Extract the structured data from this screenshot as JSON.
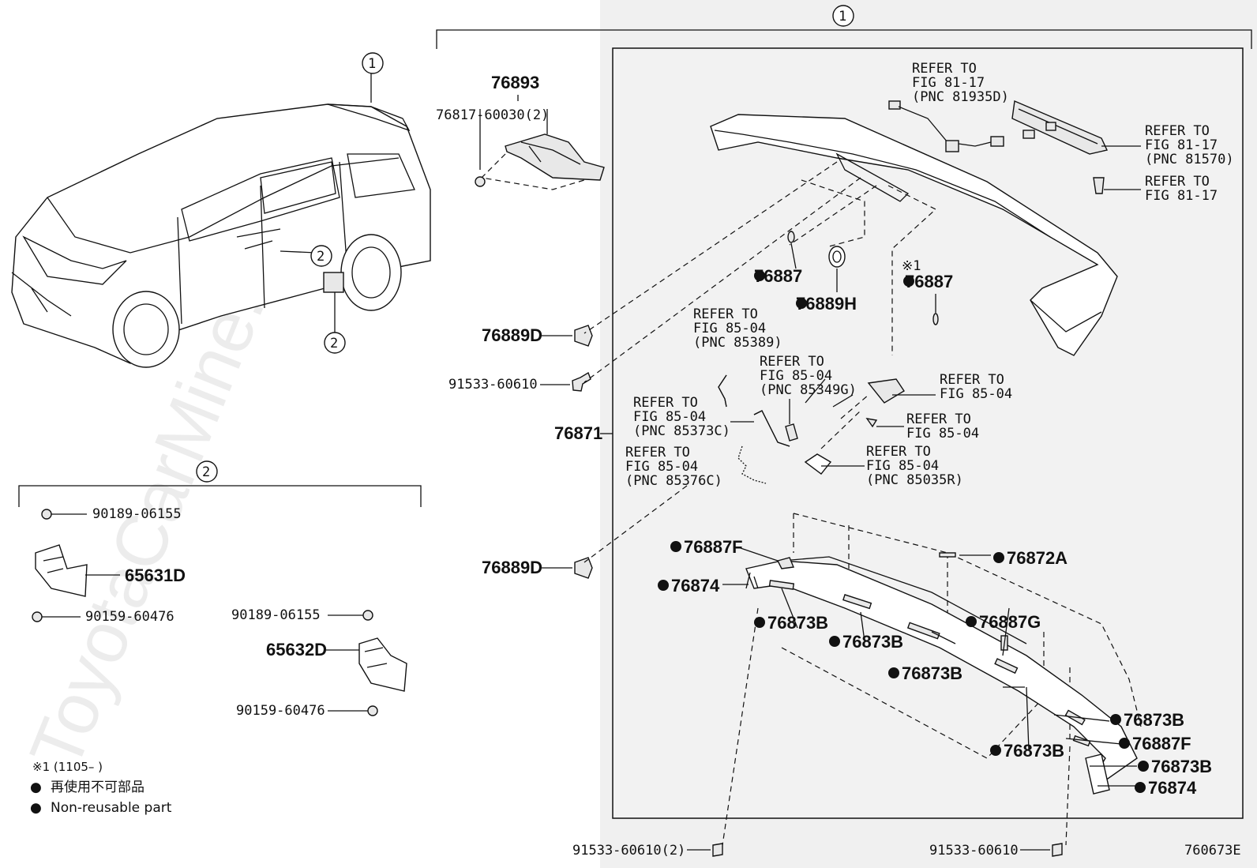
{
  "watermark": "ToyotaCarMine.ru",
  "figure_code": "760673E",
  "callouts": {
    "one": "1",
    "two": "2"
  },
  "legend": {
    "note": "※1 (1105–        )",
    "non_reusable_jp": "再使用不可部品",
    "non_reusable_en": "Non-reusable part"
  },
  "bullet": "●",
  "labels": {
    "p76893": "76893",
    "p76817": "76817-60030(2)",
    "p76889D_a": "76889D",
    "p91533_a": "91533-60610",
    "p76871": "76871",
    "p76889D_b": "76889D",
    "p76887_a": "76887",
    "p76889H": "76889H",
    "note1": "※1",
    "p76887_b": "76887",
    "ref_81935D": [
      "REFER TO",
      "FIG 81-17",
      "(PNC 81935D)"
    ],
    "ref_81570": [
      "REFER TO",
      "FIG 81-17",
      "(PNC 81570)"
    ],
    "ref_8117": [
      "REFER TO",
      "FIG 81-17"
    ],
    "ref_85389": [
      "REFER TO",
      "FIG 85-04",
      "(PNC 85389)"
    ],
    "ref_85349G": [
      "REFER TO",
      "FIG 85-04",
      "(PNC 85349G)"
    ],
    "ref_8504_a": [
      "REFER TO",
      "FIG 85-04"
    ],
    "ref_8504_b": [
      "REFER TO",
      "FIG 85-04"
    ],
    "ref_85373C": [
      "REFER TO",
      "FIG 85-04",
      "(PNC 85373C)"
    ],
    "ref_85376C": [
      "REFER TO",
      "FIG 85-04",
      "(PNC 85376C)"
    ],
    "ref_85035R": [
      "REFER TO",
      "FIG 85-04",
      "(PNC 85035R)"
    ],
    "p76887F_a": "76887F",
    "p76874_a": "76874",
    "p76873B_a": "76873B",
    "p76873B_b": "76873B",
    "p76873B_c": "76873B",
    "p76872A": "76872A",
    "p76887G": "76887G",
    "p76873B_d": "76873B",
    "p76873B_e": "76873B",
    "p76887F_b": "76887F",
    "p76873B_f": "76873B",
    "p76874_b": "76874",
    "p91533_b": "91533-60610(2)",
    "p91533_c": "91533-60610",
    "p90189_a": "90189-06155",
    "p65631D": "65631D",
    "p90159_a": "90159-60476",
    "p90189_b": "90189-06155",
    "p65632D": "65632D",
    "p90159_b": "90159-60476"
  }
}
